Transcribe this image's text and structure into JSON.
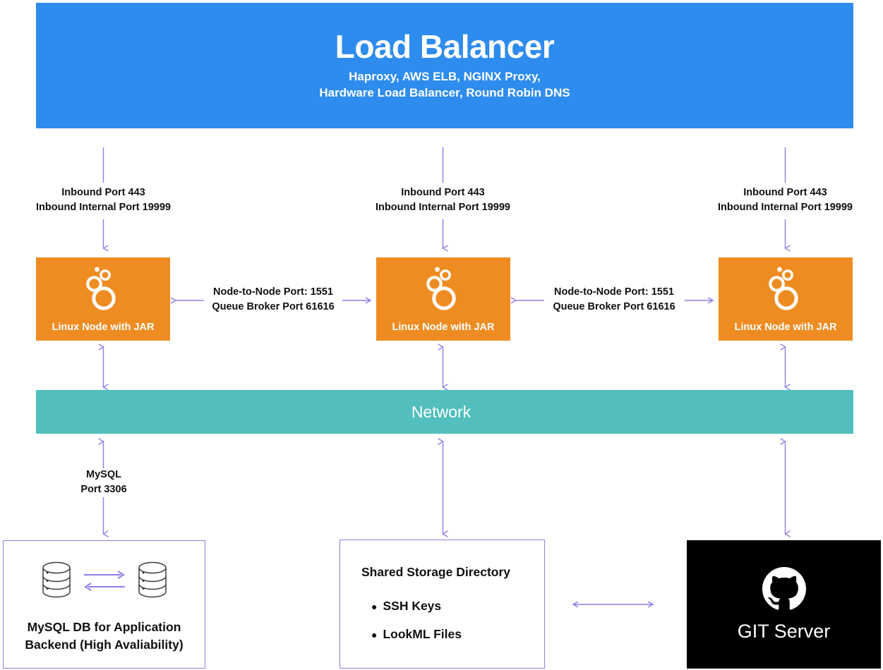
{
  "diagram": {
    "load_balancer": {
      "title": "Load Balancer",
      "subtitle_line1": "Haproxy, AWS ELB, NGINX Proxy,",
      "subtitle_line2": "Hardware Load Balancer, Round Robin DNS",
      "color": "#2E8CEE"
    },
    "inbound_labels": [
      "Inbound Port 443\nInbound Internal Port 19999",
      "Inbound Port 443\nInbound Internal Port 19999",
      "Inbound Port 443\nInbound Internal Port 19999"
    ],
    "nodes": [
      {
        "label": "Linux Node with JAR",
        "icon": "looker-logo-icon",
        "color": "#EE8C22"
      },
      {
        "label": "Linux Node with JAR",
        "icon": "looker-logo-icon",
        "color": "#EE8C22"
      },
      {
        "label": "Linux Node with JAR",
        "icon": "looker-logo-icon",
        "color": "#EE8C22"
      }
    ],
    "node_links": [
      "Node-to-Node Port: 1551\nQueue Broker Port 61616",
      "Node-to-Node Port: 1551\nQueue Broker Port 61616"
    ],
    "network": {
      "label": "Network",
      "color": "#52BEBE"
    },
    "mysql_link_label": "MySQL\nPort 3306",
    "mysql_db": {
      "caption": "MySQL DB for Application\nBackend (High Avaliability)",
      "icon_left": "database-cylinder-icon",
      "icon_right": "database-cylinder-icon",
      "replication_forward_icon": "arrow-right-icon",
      "replication_back_icon": "arrow-left-icon",
      "border_color": "#8C7FE8"
    },
    "shared_storage": {
      "title": "Shared Storage Directory",
      "items": [
        "SSH Keys",
        "LookML Files"
      ],
      "bullet": "●",
      "border_color": "#8C7FE8"
    },
    "git_server": {
      "label": "GIT Server",
      "icon": "github-octocat-icon",
      "background": "#000000"
    },
    "connector_color": "#8C7FE8"
  }
}
